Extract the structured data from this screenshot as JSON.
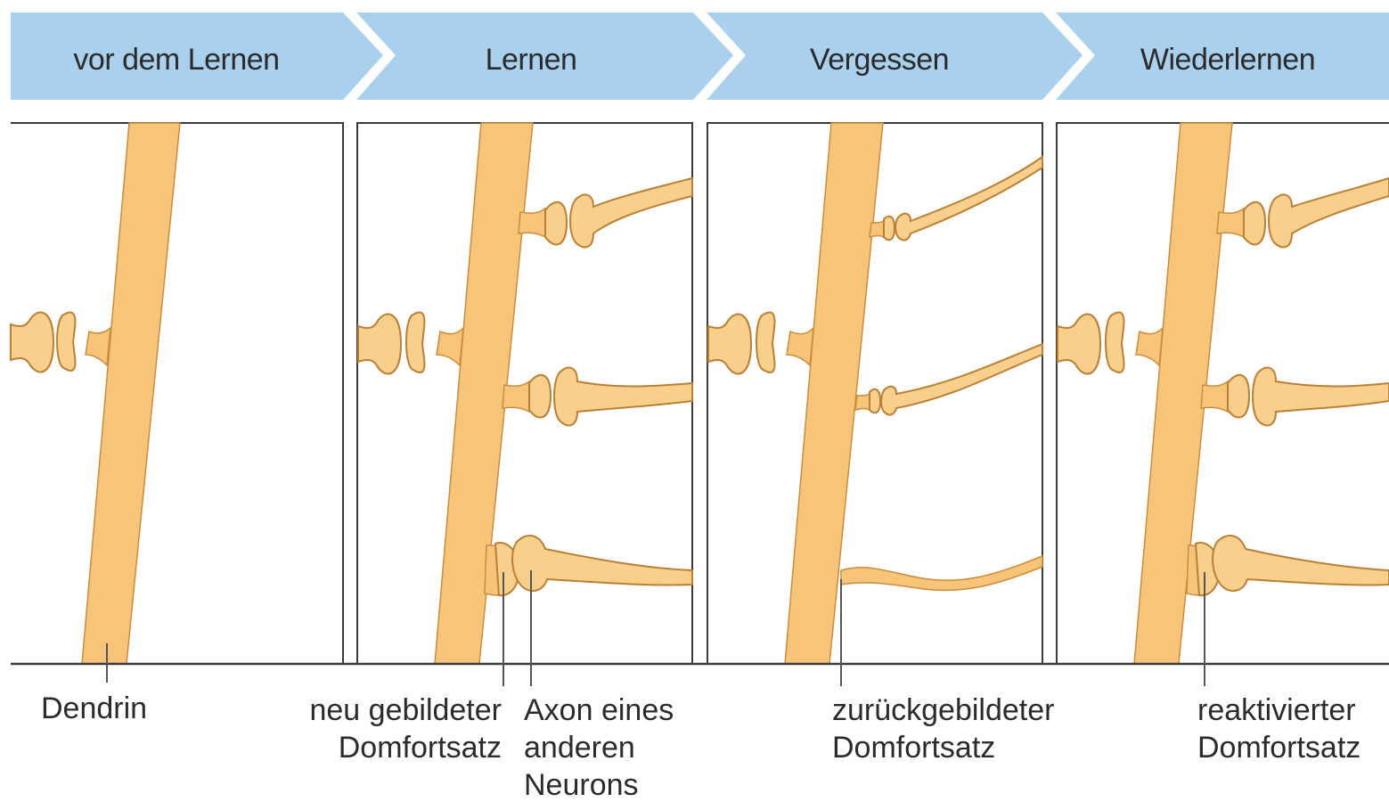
{
  "stages": [
    {
      "label": "vor dem Lernen"
    },
    {
      "label": "Lernen"
    },
    {
      "label": "Vergessen"
    },
    {
      "label": "Wiederlernen"
    }
  ],
  "labels": {
    "dendrite": "Dendrin",
    "new_spine_line1": "neu gebildeter",
    "new_spine_line2": "Domfortsatz",
    "axon_line1": "Axon eines",
    "axon_line2": "anderen",
    "axon_line3": "Neurons",
    "regressed_line1": "zurückgebildeter",
    "regressed_line2": "Domfortsatz",
    "reactivated_line1": "reaktivierter",
    "reactivated_line2": "Domfortsatz"
  },
  "colors": {
    "header_band": "#a9d0ec",
    "dendrite_fill": "#f7c47a",
    "dendrite_edge": "#c98e3c"
  }
}
